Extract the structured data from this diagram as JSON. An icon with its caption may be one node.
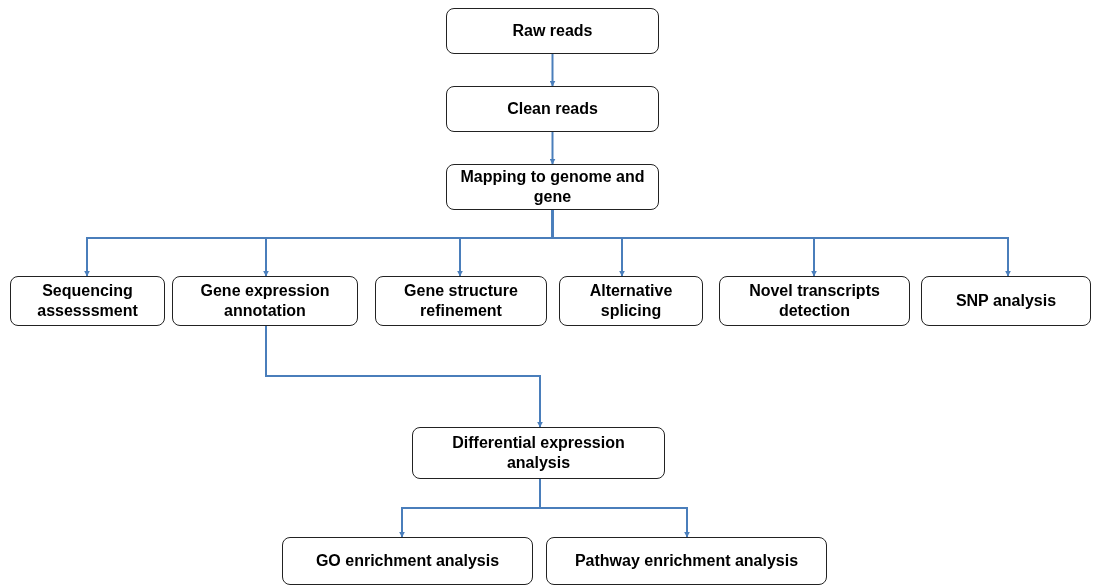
{
  "diagram": {
    "nodes": [
      {
        "text": [
          "Raw reads"
        ]
      },
      {
        "text": [
          "Clean reads"
        ]
      },
      {
        "text": [
          "Mapping to genome and gene"
        ]
      },
      {
        "text": [
          "Sequencing assesssment"
        ]
      },
      {
        "text": [
          "Gene expression annotation"
        ]
      },
      {
        "text": [
          "Gene structure refinement"
        ]
      },
      {
        "text": [
          "Alternative splicing"
        ]
      },
      {
        "text": [
          "Novel transcripts detection"
        ]
      },
      {
        "text": [
          "SNP analysis"
        ]
      },
      {
        "text": [
          "Differential expression analysis"
        ]
      },
      {
        "text": [
          "GO enrichment analysis"
        ]
      },
      {
        "text": [
          "Pathway enrichment analysis"
        ]
      }
    ],
    "edges": [
      {
        "from": 0,
        "to": 1,
        "arrow": "to"
      },
      {
        "from": 1,
        "to": 2,
        "arrow": "to"
      },
      {
        "from": 2,
        "to": 3,
        "arrow": "to"
      },
      {
        "from": 2,
        "to": 4,
        "arrow": "to"
      },
      {
        "from": 2,
        "to": 5,
        "arrow": "to"
      },
      {
        "from": 2,
        "to": 6,
        "arrow": "to"
      },
      {
        "from": 2,
        "to": 7,
        "arrow": "to"
      },
      {
        "from": 2,
        "to": 8,
        "arrow": "to"
      },
      {
        "from": 4,
        "to": 9,
        "arrow": "to"
      },
      {
        "from": 9,
        "to": 10,
        "arrow": "to"
      },
      {
        "from": 9,
        "to": 11,
        "arrow": "to"
      }
    ]
  }
}
